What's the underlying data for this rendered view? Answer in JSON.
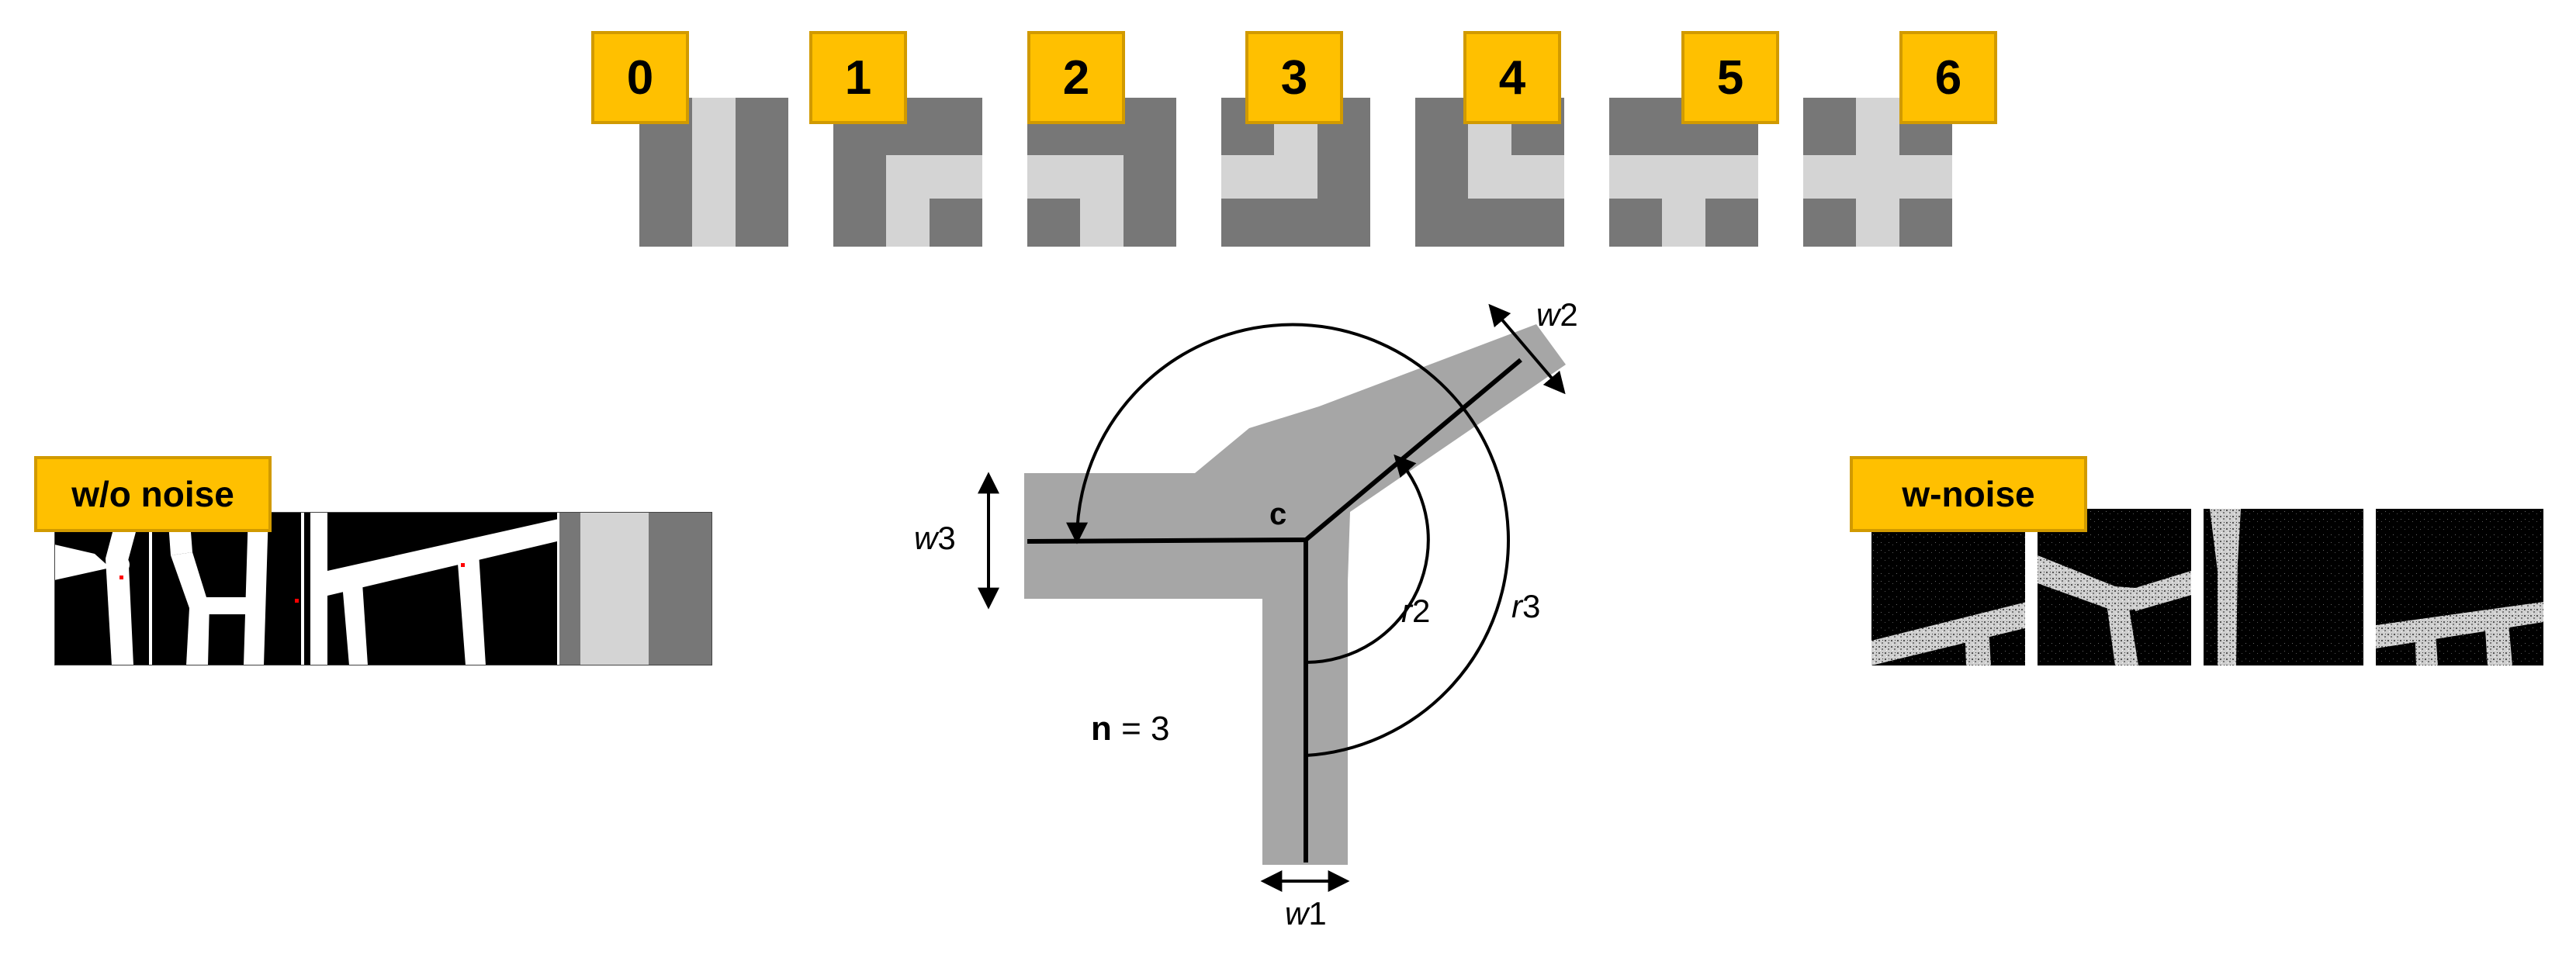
{
  "colors": {
    "badge_fill": "#ffc000",
    "badge_border": "#d19a00",
    "tile_dark": "#777777",
    "tile_light": "#d4d4d4",
    "branch_gray": "#a6a6a6"
  },
  "tiles": [
    {
      "label": "0",
      "arms": [
        "up",
        "down"
      ]
    },
    {
      "label": "1",
      "arms": [
        "right",
        "down"
      ]
    },
    {
      "label": "2",
      "arms": [
        "left",
        "down"
      ]
    },
    {
      "label": "3",
      "arms": [
        "up",
        "left"
      ]
    },
    {
      "label": "4",
      "arms": [
        "up",
        "right"
      ]
    },
    {
      "label": "5",
      "arms": [
        "left",
        "right",
        "down"
      ]
    },
    {
      "label": "6",
      "arms": [
        "up",
        "down",
        "left",
        "right"
      ]
    }
  ],
  "left_panel": {
    "label": "w/o noise"
  },
  "right_panel": {
    "label": "w-noise"
  },
  "diagram": {
    "center_label": "c",
    "n_label_bold": "n",
    "n_label_rest": " = 3",
    "w1": {
      "italic": "w",
      "num": "1"
    },
    "w2": {
      "italic": "w",
      "num": "2"
    },
    "w3": {
      "italic": "w",
      "num": "3"
    },
    "r2": {
      "italic": "r",
      "num": "2"
    },
    "r3": {
      "italic": "r",
      "num": "3"
    }
  }
}
